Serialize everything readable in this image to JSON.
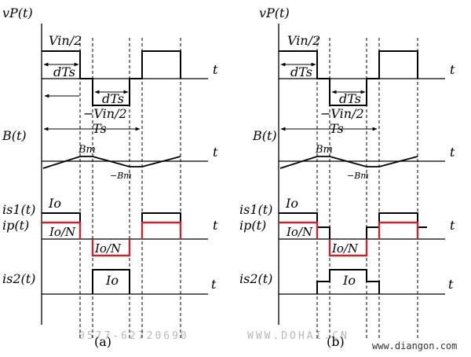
{
  "colors": {
    "stroke": "#000000",
    "highlight": "#c0282f",
    "watermark": "#b8b8b8"
  },
  "labels": {
    "vp": "vP(t)",
    "vin_half": "Vin/2",
    "neg_vin_half": "−Vin/2",
    "dts": "dTs",
    "ts": "Ts",
    "bt": "B(t)",
    "bm": "Bm",
    "neg_bm": "−Bm",
    "is1": "is1(t)",
    "ip": "ip(t)",
    "io": "Io",
    "io_n": "Io/N",
    "is2": "is2(t)",
    "t": "t"
  },
  "panels": [
    {
      "caption": "(a)"
    },
    {
      "caption": "(b)"
    }
  ],
  "watermarks": {
    "phone": "0577-62720690",
    "site": "WWW.DOHAI.CN",
    "url": "www.diangon.com"
  }
}
